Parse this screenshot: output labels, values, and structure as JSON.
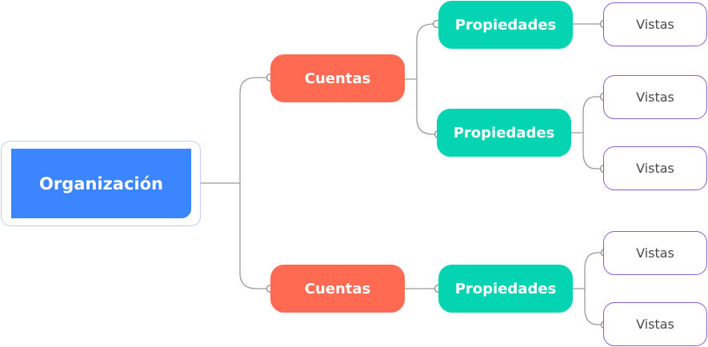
{
  "diagram": {
    "root": {
      "label": "Organización"
    },
    "accounts": [
      {
        "label": "Cuentas",
        "properties": [
          {
            "label": "Propiedades",
            "views": [
              {
                "label": "Vistas"
              }
            ]
          },
          {
            "label": "Propiedades",
            "views": [
              {
                "label": "Vistas"
              },
              {
                "label": "Vistas"
              }
            ]
          }
        ]
      },
      {
        "label": "Cuentas",
        "properties": [
          {
            "label": "Propiedades",
            "views": [
              {
                "label": "Vistas"
              },
              {
                "label": "Vistas"
              }
            ]
          }
        ]
      }
    ],
    "colors": {
      "root": "#3b86ff",
      "account": "#ff6a52",
      "property": "#05d4b2",
      "view_border": "#8a5cd8",
      "connector": "#999999"
    }
  }
}
